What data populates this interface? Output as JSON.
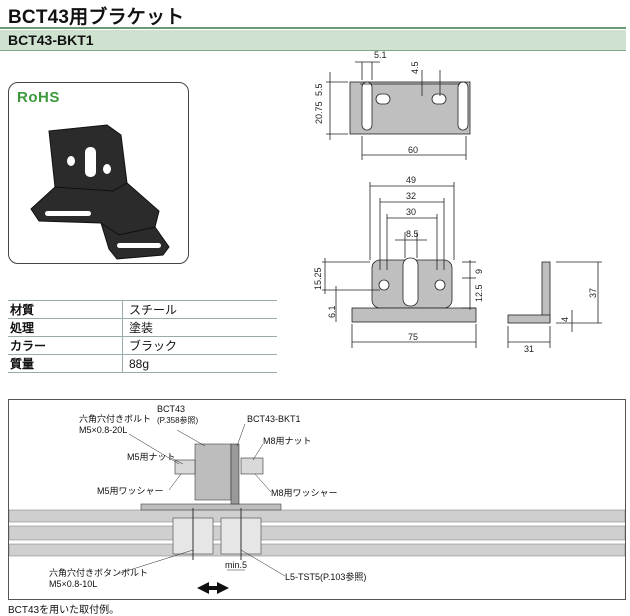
{
  "title": "BCT43用ブラケット",
  "model": "BCT43-BKT1",
  "rohs": "RoHS",
  "specs": [
    {
      "key": "材質",
      "value": "スチール"
    },
    {
      "key": "処理",
      "value": "塗装"
    },
    {
      "key": "カラー",
      "value": "ブラック"
    },
    {
      "key": "質量",
      "value": "88g"
    }
  ],
  "dims_top": {
    "d1": "5.1",
    "d2": "4.5",
    "d3": "20.75",
    "d4": "5.5",
    "d5": "60"
  },
  "dims_front": {
    "w49": "49",
    "w32": "32",
    "w30": "30",
    "w85": "8.5",
    "h1525": "15.25",
    "h125": "12.5",
    "h9": "9",
    "h61": "6.1",
    "w75": "75"
  },
  "dims_side": {
    "h37": "37",
    "h4": "4",
    "w31": "31"
  },
  "assembly": {
    "bolt_label": "六角穴付きボルト",
    "bolt_size": "M5×0.8-20L",
    "bct43": "BCT43",
    "bct43_ref": "(P.358参照)",
    "bracket": "BCT43-BKT1",
    "m5_nut": "M5用ナット",
    "m5_washer": "M5用ワッシャー",
    "m8_nut": "M8用ナット",
    "m8_washer": "M8用ワッシャー",
    "button_bolt_label": "六角穴付きボタンボルト",
    "button_bolt_size": "M5×0.8-10L",
    "min5": "min.5",
    "tst": "L5-TST5(P.103参照)"
  },
  "caption": "BCT43を用いた取付例。"
}
